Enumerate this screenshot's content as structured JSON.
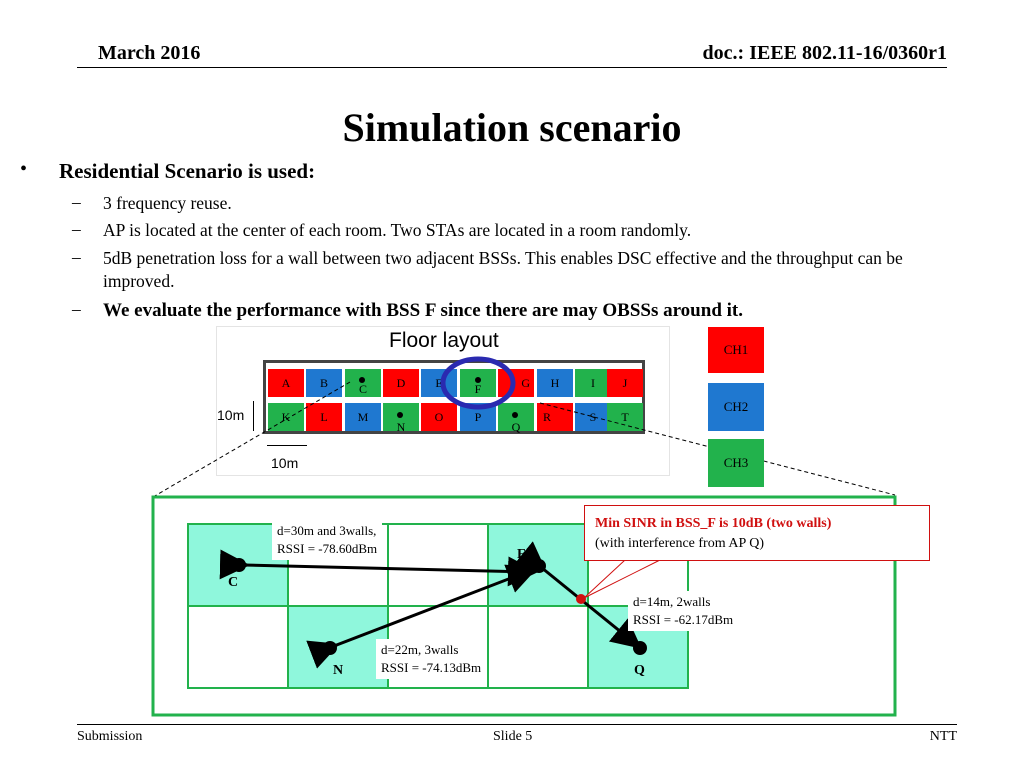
{
  "header": {
    "date": "March 2016",
    "doc": "doc.: IEEE 802.11-16/0360r1"
  },
  "title": "Simulation scenario",
  "bullets": {
    "main": "Residential Scenario is used:",
    "sub": [
      "3 frequency reuse.",
      "AP is located at the center of each room. Two STAs are located in a room randomly.",
      "5dB penetration loss for a wall between two adjacent BSSs. This enables DSC effective and the throughput can be improved.",
      "We evaluate the performance with BSS F since there are may OBSSs around it."
    ]
  },
  "floor": {
    "title": "Floor layout",
    "dim_v": "10m",
    "dim_h": "10m",
    "row1": [
      "A",
      "B",
      "C",
      "D",
      "E",
      "F",
      "G",
      "H",
      "I",
      "J"
    ],
    "row2": [
      "K",
      "L",
      "M",
      "N",
      "O",
      "P",
      "Q",
      "R",
      "S",
      "T"
    ]
  },
  "legend": [
    {
      "label": "CH1",
      "color": "#ff0000"
    },
    {
      "label": "CH2",
      "color": "#1f78d0"
    },
    {
      "label": "CH3",
      "color": "#22b24c"
    }
  ],
  "detail": {
    "nodes": {
      "c": "C",
      "f": "F",
      "n": "N",
      "q": "Q"
    },
    "note_cf": [
      "d=30m and 3walls,",
      "RSSI = -78.60dBm"
    ],
    "note_nf": [
      "d=22m, 3walls",
      "RSSI = -74.13dBm"
    ],
    "note_qf": [
      "d=14m, 2walls",
      "RSSI = -62.17dBm"
    ],
    "callout_bold": "Min SINR in BSS_F is 10dB (two walls)",
    "callout_normal": "(with interference from AP Q)"
  },
  "footer": {
    "left": "Submission",
    "center": "Slide 5",
    "right": "NTT"
  }
}
